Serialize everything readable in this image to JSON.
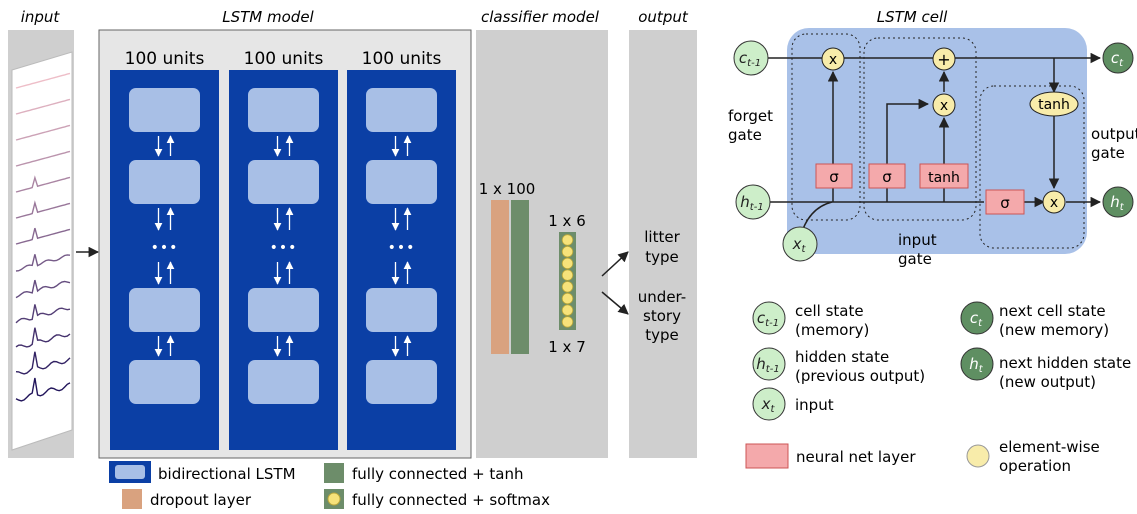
{
  "sections": {
    "input": "input",
    "lstm_model": "LSTM model",
    "classifier_model": "classifier model",
    "output": "output",
    "lstm_cell": "LSTM cell"
  },
  "lstm_columns": [
    {
      "label": "100 units"
    },
    {
      "label": "100 units"
    },
    {
      "label": "100 units"
    }
  ],
  "ellipsis": "•••",
  "classifier": {
    "dense_label": "1 x 100",
    "softmax_top_label": "1 x 6",
    "softmax_bottom_label": "1 x 7",
    "circle_count": 8
  },
  "outputs": {
    "litter": [
      "litter",
      "type"
    ],
    "understory": [
      "under-",
      "story",
      "type"
    ]
  },
  "legend": {
    "bidirectional_lstm": "bidirectional LSTM",
    "dropout": "dropout layer",
    "fc_tanh": "fully connected + tanh",
    "fc_softmax": "fully connected + softmax"
  },
  "cell": {
    "c_prev": {
      "base": "c",
      "sub": "t-1"
    },
    "c_next": {
      "base": "c",
      "sub": "t"
    },
    "h_prev": {
      "base": "h",
      "sub": "t-1"
    },
    "h_next": {
      "base": "h",
      "sub": "t"
    },
    "x_t": {
      "base": "x",
      "sub": "t"
    },
    "forget_gate": [
      "forget",
      "gate"
    ],
    "input_gate": [
      "input",
      "gate"
    ],
    "output_gate": [
      "output",
      "gate"
    ],
    "sigma": "σ",
    "tanh": "tanh",
    "times": "x",
    "plus": "+"
  },
  "cell_legend": {
    "c_prev": [
      "cell state",
      "(memory)"
    ],
    "h_prev": [
      "hidden state",
      "(previous output)"
    ],
    "x_t": [
      "input"
    ],
    "c_next": [
      "next cell state",
      "(new memory)"
    ],
    "h_next": [
      "next hidden state",
      "(new output)"
    ],
    "nn_layer": "neural net layer",
    "elementwise": [
      "element-wise",
      "operation"
    ]
  },
  "colors": {
    "panel_gray": "#cfcfcf",
    "panel_light": "#e6e6e6",
    "lstm_blue": "#0b3fa5",
    "lstm_unit": "#a8bfe6",
    "dropout": "#d9a27f",
    "fc_tanh": "#6d8d6a",
    "softmax_fill": "#f6e27a",
    "cell_bg": "#a9c1e8",
    "gate_red": "#f4a9ab",
    "op_yellow": "#f8ecaa",
    "light_green": "#cdeec9",
    "dark_green": "#5f8f62"
  }
}
